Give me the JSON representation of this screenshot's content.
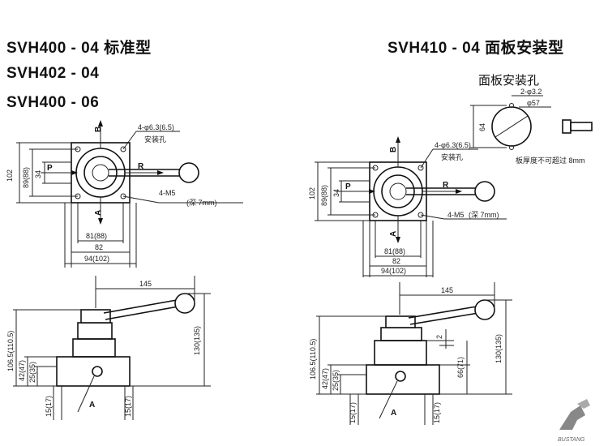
{
  "titles": {
    "left_line1": "SVH400 - 04 标准型",
    "left_line2": "SVH402 - 04",
    "left_line3": "SVH400 - 06",
    "right_line1": "SVH410 - 04 面板安装型"
  },
  "panel_hole": {
    "title": "面板安装孔",
    "hole_count_dia": "2-φ3.2",
    "big_dia": "φ57",
    "height": "64",
    "thickness_note": "板厚度不可超过 8mm"
  },
  "left_top": {
    "hole_label": "4-φ6.3(6.5)",
    "hole_sub": "安装孔",
    "thread": "4-M5",
    "thread_depth": "(深 7mm)",
    "port_b": "B",
    "port_a": "A",
    "port_p": "P",
    "port_r": "R",
    "dim_102": "102",
    "dim_89": "89(88)",
    "dim_34": "34",
    "dim_81": "81(88)",
    "dim_82": "82",
    "dim_94": "94(102)"
  },
  "right_top": {
    "hole_label": "4-φ6.3(6.5)",
    "hole_sub": "安装孔",
    "thread": "4-M5",
    "thread_depth": "(深 7mm)",
    "port_b": "B",
    "port_a": "A",
    "port_p": "P",
    "port_r": "R",
    "dim_102": "102",
    "dim_89": "89(88)",
    "dim_34": "34",
    "dim_81": "81(88)",
    "dim_82": "82",
    "dim_94": "94(102)"
  },
  "left_side": {
    "dim_145": "145",
    "dim_130": "130(135)",
    "dim_106": "106.5(110.5)",
    "dim_42": "42(47)",
    "dim_25": "25(35)",
    "dim_15a": "15(17)",
    "dim_15b": "15(17)",
    "port_a": "A"
  },
  "right_side": {
    "dim_145": "145",
    "dim_130": "130(135)",
    "dim_106": "106.5(110.5)",
    "dim_42": "42(47)",
    "dim_25": "25(35)",
    "dim_15a": "15(17)",
    "dim_15b": "15(17)",
    "dim_66": "66(71)",
    "dim_2": "2",
    "port_a": "A"
  },
  "logo": {
    "text": "BUSTANG"
  }
}
